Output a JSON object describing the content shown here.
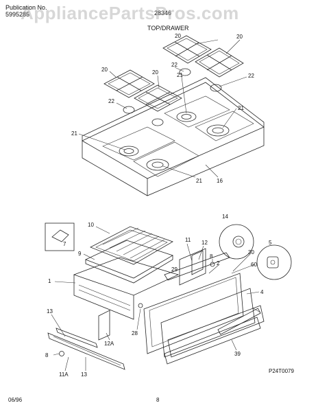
{
  "header": {
    "publication_label": "Publication No.",
    "publication_no": "5995285",
    "model": "28346",
    "section": "TOP/DRAWER"
  },
  "watermark": "AppliancePartsPros.com",
  "top_labels": [
    "20",
    "20",
    "20",
    "20",
    "22",
    "22",
    "22",
    "21",
    "21",
    "21",
    "21",
    "16"
  ],
  "bottom_labels": [
    "10",
    "9",
    "1",
    "7",
    "11",
    "12",
    "8",
    "2",
    "14",
    "5",
    "29",
    "30",
    "60",
    "4",
    "13",
    "12A",
    "28",
    "8",
    "11A",
    "13",
    "39"
  ],
  "figure_code": "P24T0079",
  "footer": {
    "date": "06/96",
    "page": "8"
  }
}
